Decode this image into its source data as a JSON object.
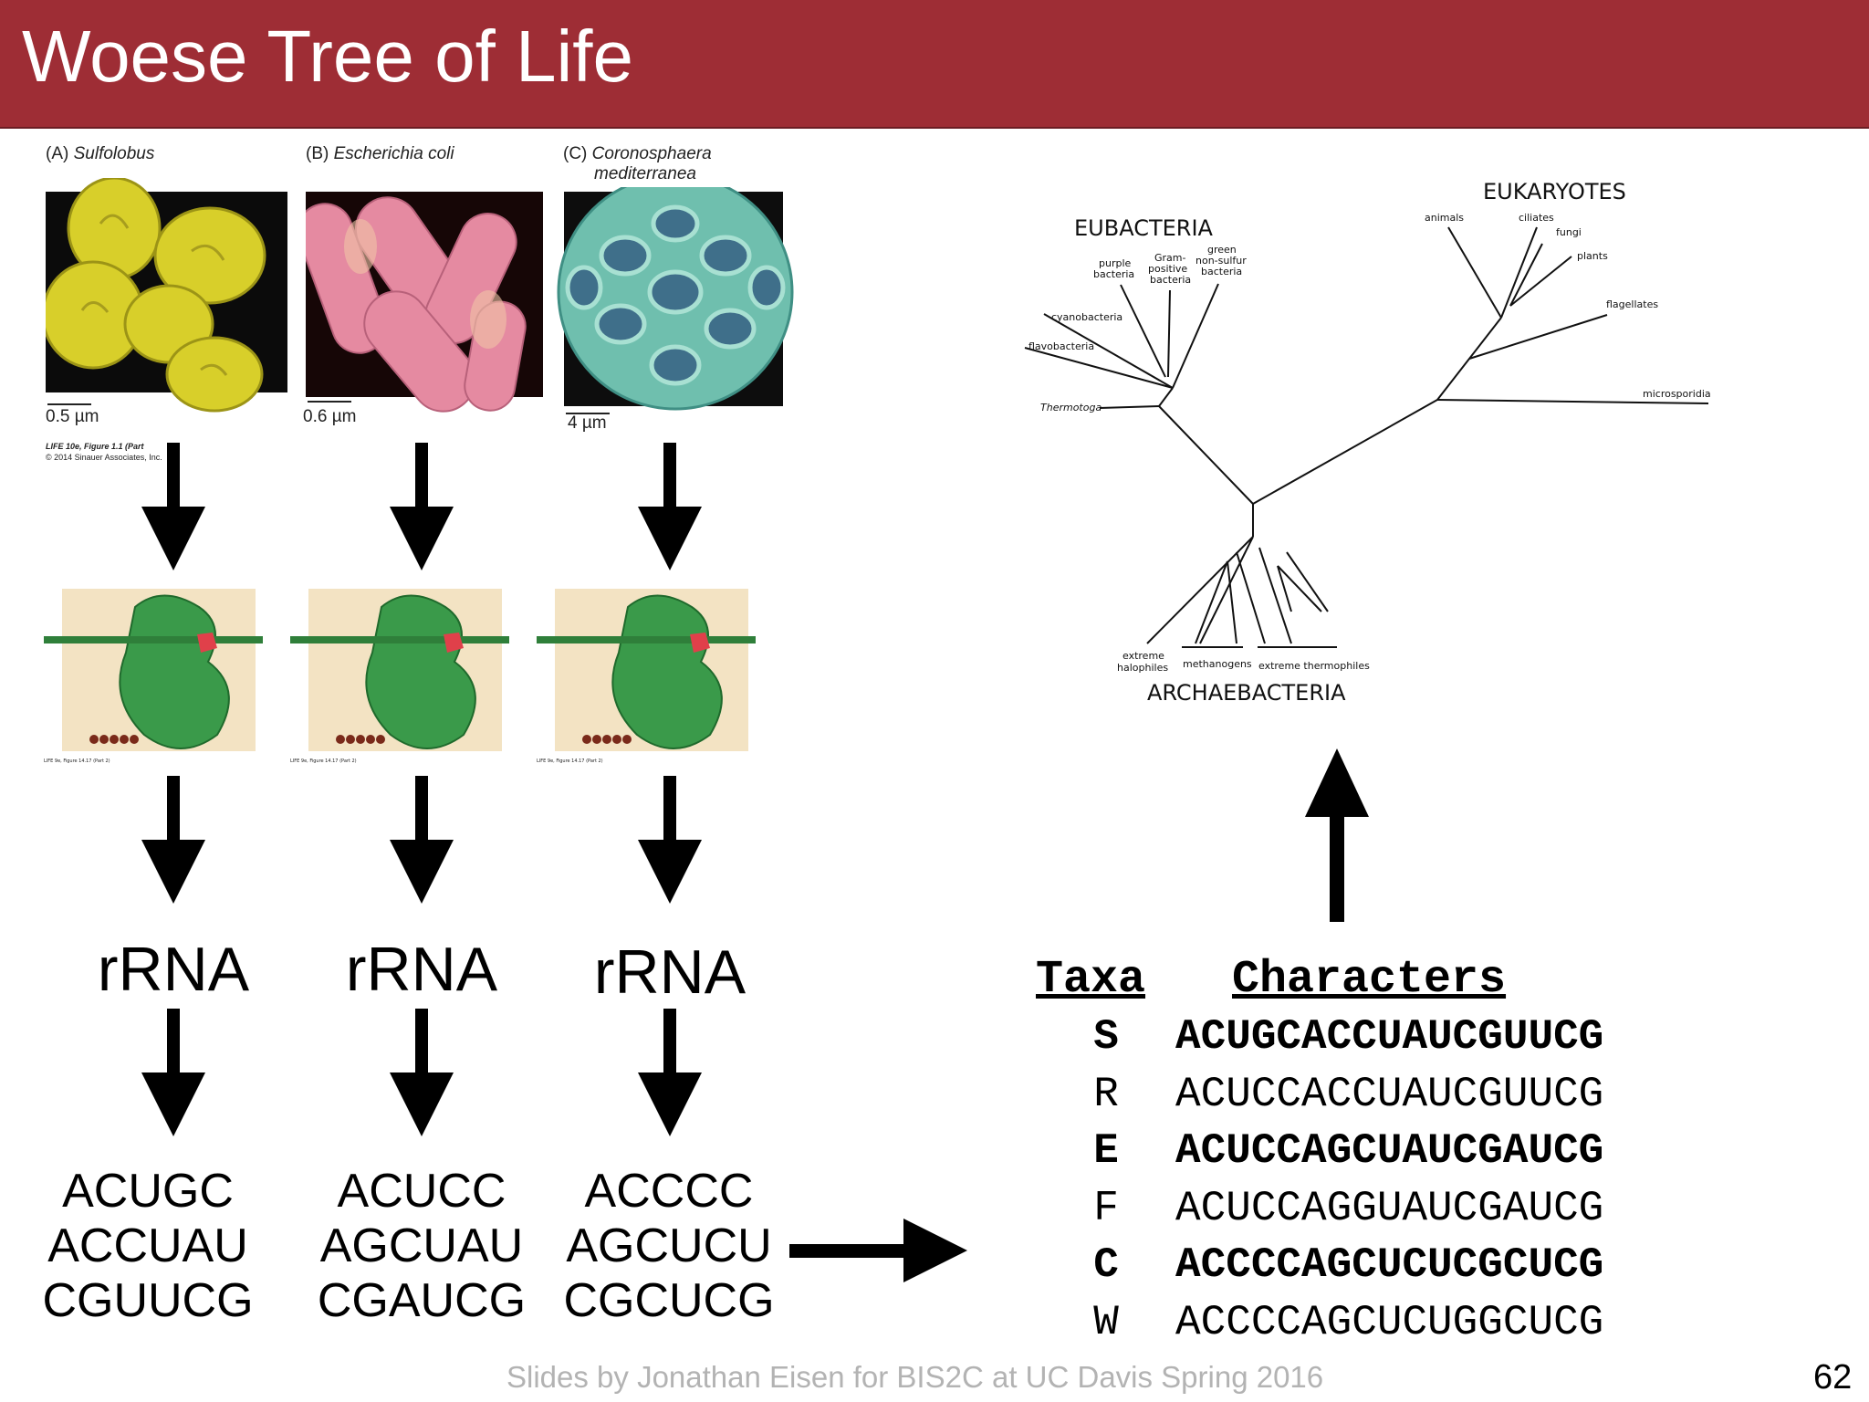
{
  "slide": {
    "title": "Woese Tree of Life",
    "footer": "Slides by Jonathan Eisen for BIS2C at UC Davis Spring 2016",
    "page_number": "62"
  },
  "micrographs": [
    {
      "letter": "(A)",
      "name": "Sulfolobus",
      "scale": "0.5 µm",
      "color": "#d9cf30"
    },
    {
      "letter": "(B)",
      "name": "Escherichia coli",
      "scale": "0.6 µm",
      "color": "#e38aa0"
    },
    {
      "letter": "(C)",
      "name": "Coronosphaera mediterranea",
      "name_line1": "Coronosphaera",
      "name_line2": "mediterranea",
      "scale": "4 µm",
      "color": "#6fbfae"
    }
  ],
  "figure_credit": {
    "line1": "LIFE 10e, Figure 1.1 (Part",
    "line2": "© 2014 Sinauer Associates, Inc."
  },
  "ribosome_credit": [
    "LIFE 9e, Figure 14.17 (Part 2)",
    "LIFE 9e, Figure 14.17 (Part 2)",
    "LIFE 9e, Figure 14.17 (Part 2)"
  ],
  "rrna_label": "rRNA",
  "sequences": [
    [
      "ACUGC",
      "ACCUAU",
      "CGUUCG"
    ],
    [
      "ACUCC",
      "AGCUAU",
      "CGAUCG"
    ],
    [
      "ACCCC",
      "AGCUCU",
      "CGCUCG"
    ]
  ],
  "alignment": {
    "taxa_header": "Taxa",
    "characters_header": "Characters",
    "rows": [
      {
        "taxon": "S",
        "sequence": "ACUGCACCUAUCGUUCG",
        "bold": true
      },
      {
        "taxon": "R",
        "sequence": "ACUCCACCUAUCGUUCG",
        "bold": false
      },
      {
        "taxon": "E",
        "sequence": "ACUCCAGCUAUCGAUCG",
        "bold": true
      },
      {
        "taxon": "F",
        "sequence": "ACUCCAGGUAUCGAUCG",
        "bold": false
      },
      {
        "taxon": "C",
        "sequence": "ACCCCAGCUCUCGCUCG",
        "bold": true
      },
      {
        "taxon": "W",
        "sequence": "ACCCCAGCUCUGGCUCG",
        "bold": false
      }
    ]
  },
  "tree": {
    "domains": {
      "eubacteria": "EUBACTERIA",
      "eukaryotes": "EUKARYOTES",
      "archaebacteria": "ARCHAEBACTERIA"
    },
    "labels": {
      "purple1": "purple",
      "purple2": "bacteria",
      "gram1": "Gram-",
      "gram2": "positive",
      "gram3": "bacteria",
      "green1": "green",
      "green2": "non-sulfur",
      "green3": "bacteria",
      "cyanobacteria": "cyanobacteria",
      "flavobacteria": "flavobacteria",
      "thermotoga": "Thermotoga",
      "animals": "animals",
      "ciliates": "ciliates",
      "fungi": "fungi",
      "plants": "plants",
      "flagellates": "flagellates",
      "microsporidia": "microsporidia",
      "halo1": "extreme",
      "halo2": "halophiles",
      "methanogens": "methanogens",
      "thermophiles": "extreme thermophiles"
    }
  }
}
